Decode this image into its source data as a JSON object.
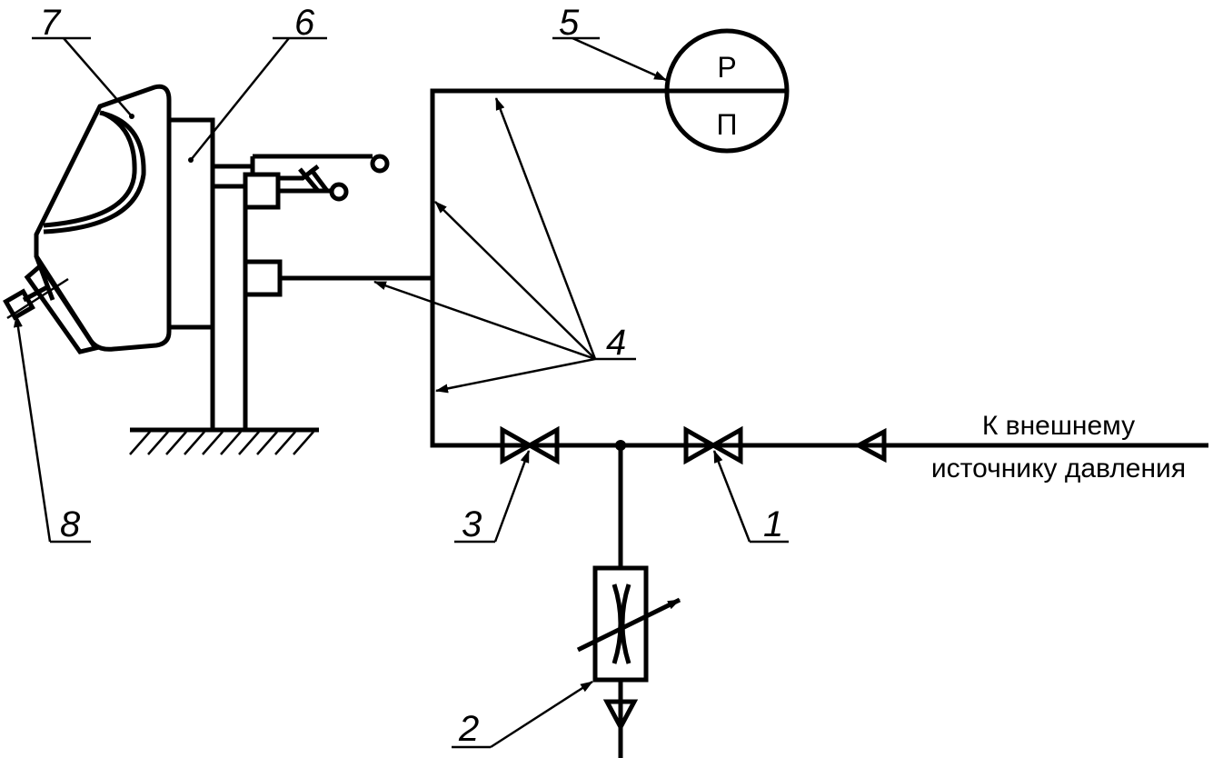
{
  "labels": {
    "n1": "1",
    "n2": "2",
    "n3": "3",
    "n4": "4",
    "n5": "5",
    "n6": "6",
    "n7": "7",
    "n8": "8"
  },
  "gauge": {
    "top": "Р",
    "bottom": "П"
  },
  "source": {
    "line1": "К внешнему",
    "line2": "источнику давления"
  }
}
